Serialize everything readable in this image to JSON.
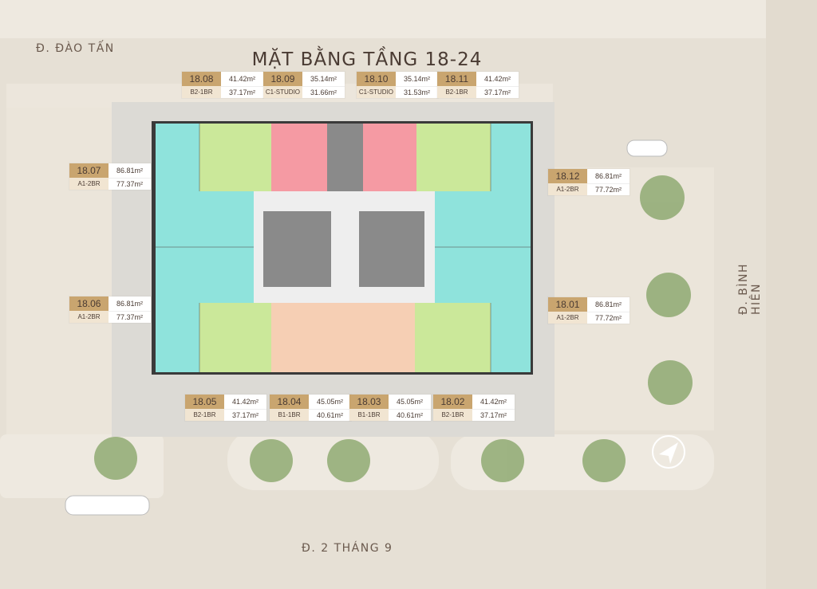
{
  "title": "MẶT BẰNG TẦNG 18-24",
  "streets": {
    "top_left": "Đ. ĐÀO TẤN",
    "bottom": "Đ. 2 THÁNG 9",
    "right": "Đ. BÌNH HIÊN"
  },
  "units": [
    {
      "code": "18.08",
      "gross": "41.42m²",
      "type": "B2-1BR",
      "net": "37.17m²"
    },
    {
      "code": "18.09",
      "gross": "35.14m²",
      "type": "C1-STUDIO",
      "net": "31.66m²"
    },
    {
      "code": "18.10",
      "gross": "35.14m²",
      "type": "C1-STUDIO",
      "net": "31.53m²"
    },
    {
      "code": "18.11",
      "gross": "41.42m²",
      "type": "B2-1BR",
      "net": "37.17m²"
    },
    {
      "code": "18.07",
      "gross": "86.81m²",
      "type": "A1-2BR",
      "net": "77.37m²"
    },
    {
      "code": "18.06",
      "gross": "86.81m²",
      "type": "A1-2BR",
      "net": "77.37m²"
    },
    {
      "code": "18.12",
      "gross": "86.81m²",
      "type": "A1-2BR",
      "net": "77.72m²"
    },
    {
      "code": "18.01",
      "gross": "86.81m²",
      "type": "A1-2BR",
      "net": "77.72m²"
    },
    {
      "code": "18.05",
      "gross": "41.42m²",
      "type": "B2-1BR",
      "net": "37.17m²"
    },
    {
      "code": "18.04",
      "gross": "45.05m²",
      "type": "B1-1BR",
      "net": "40.61m²"
    },
    {
      "code": "18.03",
      "gross": "45.05m²",
      "type": "B1-1BR",
      "net": "40.61m²"
    },
    {
      "code": "18.02",
      "gross": "41.42m²",
      "type": "B2-1BR",
      "net": "37.17m²"
    }
  ],
  "colors": {
    "a1_2br": "#8fe3dc",
    "b2_1br": "#cbe89a",
    "c1_studio": "#f59aa3",
    "b1_1br": "#f6cfb4",
    "label_code": "#c9a56f",
    "core": "#8a8a8a"
  },
  "icons": {
    "compass": "north-arrow-icon"
  }
}
